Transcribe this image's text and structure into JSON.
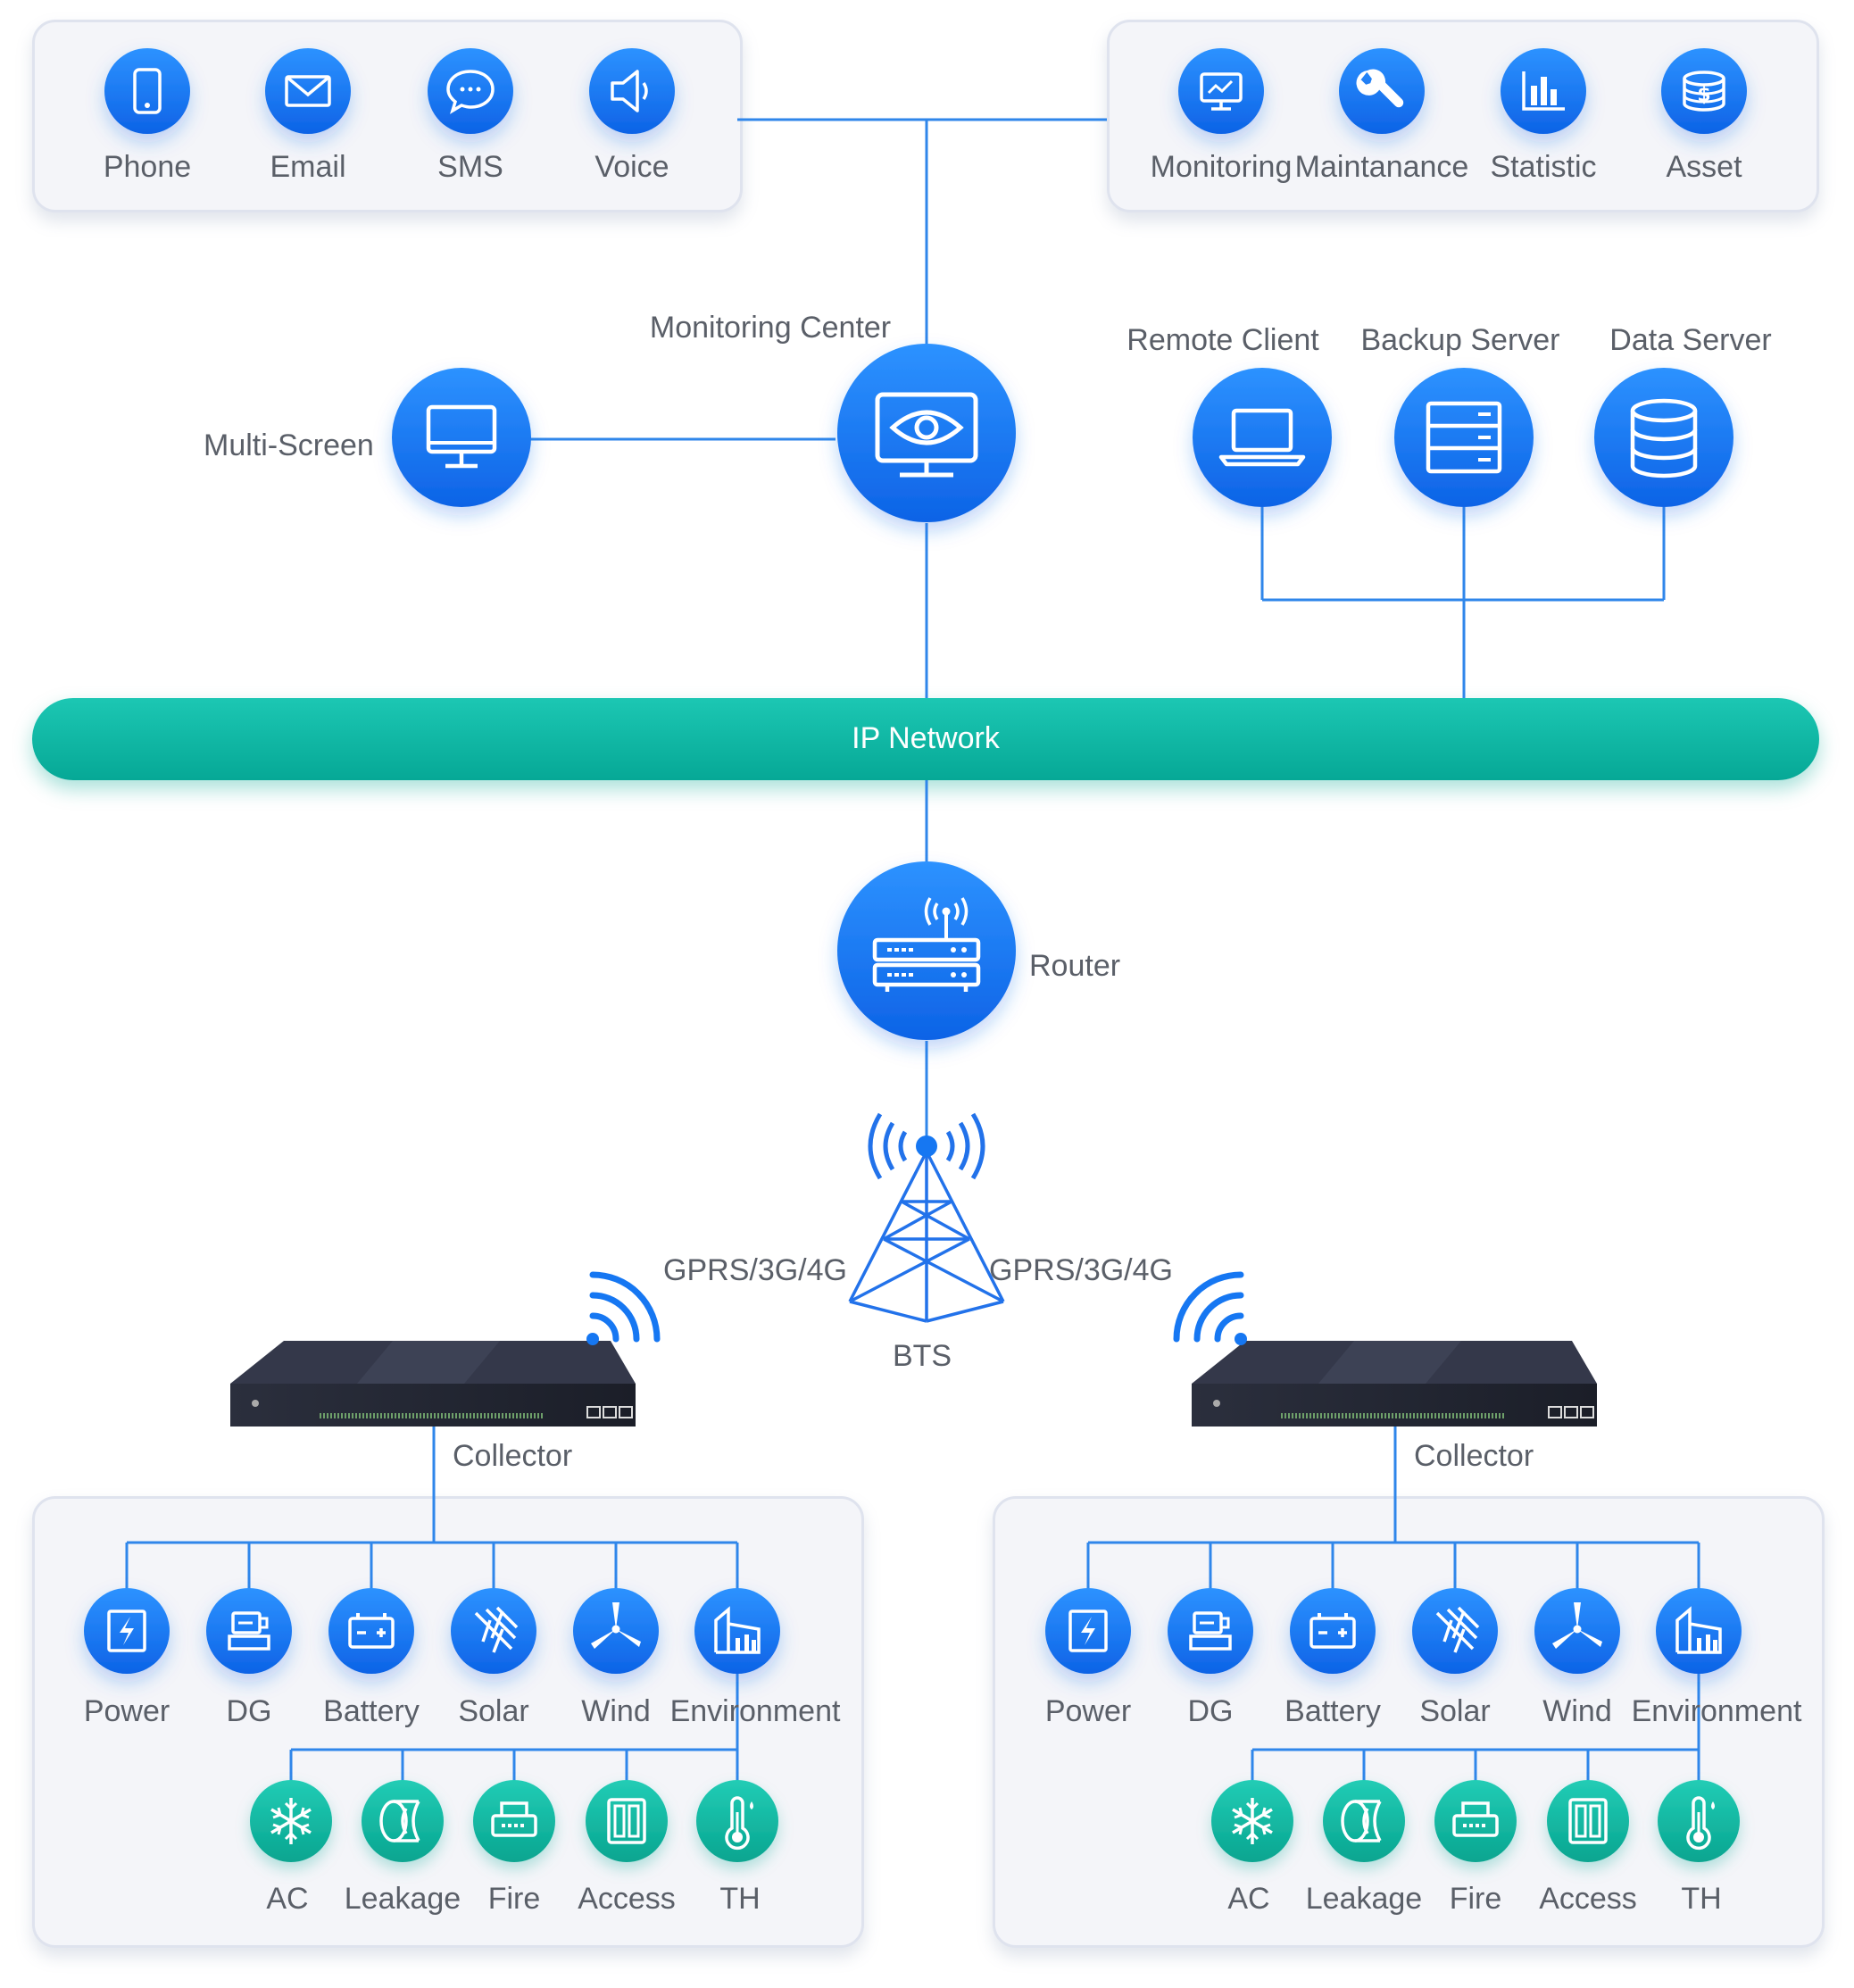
{
  "alerts": {
    "items": [
      {
        "label": "Phone",
        "icon": "phone-icon"
      },
      {
        "label": "Email",
        "icon": "email-icon"
      },
      {
        "label": "SMS",
        "icon": "sms-icon"
      },
      {
        "label": "Voice",
        "icon": "voice-icon"
      }
    ]
  },
  "functions": {
    "items": [
      {
        "label": "Monitoring",
        "icon": "monitoring-icon"
      },
      {
        "label": "Maintanance",
        "icon": "maintenance-icon"
      },
      {
        "label": "Statistic",
        "icon": "statistic-icon"
      },
      {
        "label": "Asset",
        "icon": "asset-icon"
      }
    ]
  },
  "center": {
    "monitoring_center": "Monitoring Center",
    "multi_screen": "Multi-Screen",
    "remote_client": "Remote Client",
    "backup_server": "Backup Server",
    "data_server": "Data Server"
  },
  "network": {
    "label": "IP Network"
  },
  "router": {
    "label": "Router"
  },
  "bts": {
    "label": "BTS",
    "link_left": "GPRS/3G/4G",
    "link_right": "GPRS/3G/4G"
  },
  "sites": [
    {
      "collector": "Collector",
      "equipment": [
        "Power",
        "DG",
        "Battery",
        "Solar",
        "Wind",
        "Environment"
      ],
      "sensors": [
        "AC",
        "Leakage",
        "Fire",
        "Access",
        "TH"
      ]
    },
    {
      "collector": "Collector",
      "equipment": [
        "Power",
        "DG",
        "Battery",
        "Solar",
        "Wind",
        "Environment"
      ],
      "sensors": [
        "AC",
        "Leakage",
        "Fire",
        "Access",
        "TH"
      ]
    }
  ],
  "colors": {
    "blue": "#1677f2",
    "line": "#2f86ea",
    "teal": "#12b8a3"
  }
}
